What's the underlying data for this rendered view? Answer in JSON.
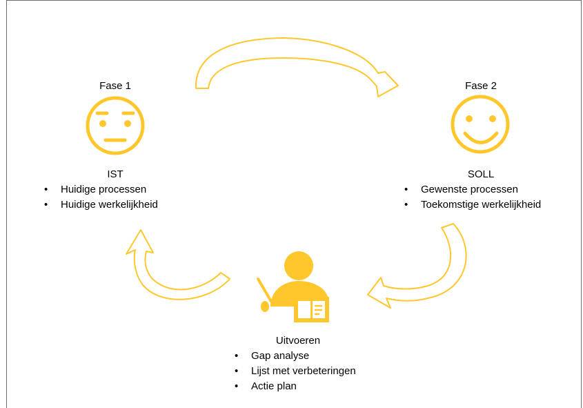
{
  "phase1": {
    "title": "Fase 1",
    "heading": "IST",
    "items": [
      "Huidige processen",
      "Huidige werkelijkheid"
    ],
    "icon": "neutral-face-icon"
  },
  "phase2": {
    "title": "Fase 2",
    "heading": "SOLL",
    "items": [
      "Gewenste processen",
      "Toekomstige werkelijkheid"
    ],
    "icon": "smiley-face-icon"
  },
  "execute": {
    "heading": "Uitvoeren",
    "items": [
      "Gap analyse",
      "Lijst met verbeteringen",
      "Actie plan"
    ],
    "icon": "teacher-with-board-icon"
  },
  "colors": {
    "accent": "#FFC72C",
    "arrow_stroke": "#FFC72C",
    "arrow_fill": "#FFFFFF",
    "frame": "#6B6B6B"
  }
}
